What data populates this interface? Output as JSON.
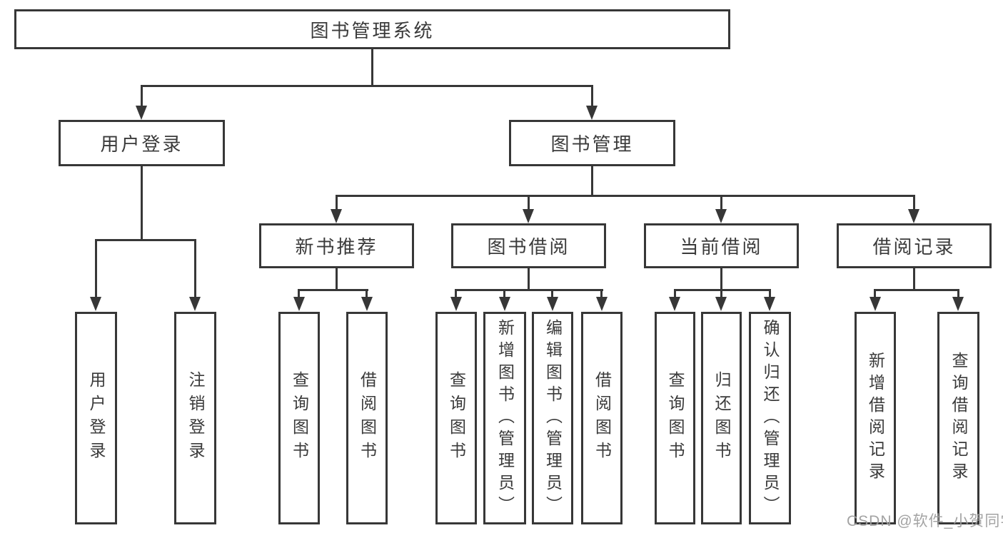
{
  "diagram": {
    "title": "图书管理系统",
    "root": {
      "label": "图书管理系统"
    },
    "level2": [
      {
        "label": "用户登录"
      },
      {
        "label": "图书管理"
      }
    ],
    "level3": [
      {
        "label": "新书推荐",
        "parent": "图书管理"
      },
      {
        "label": "图书借阅",
        "parent": "图书管理"
      },
      {
        "label": "当前借阅",
        "parent": "图书管理"
      },
      {
        "label": "借阅记录",
        "parent": "图书管理"
      }
    ],
    "leaves": [
      {
        "label": "用户登录",
        "parent": "用户登录"
      },
      {
        "label": "注销登录",
        "parent": "用户登录"
      },
      {
        "label": "查询图书",
        "parent": "新书推荐"
      },
      {
        "label": "借阅图书",
        "parent": "新书推荐"
      },
      {
        "label": "查询图书",
        "parent": "图书借阅"
      },
      {
        "label": "新增图书（管理员）",
        "parent": "图书借阅"
      },
      {
        "label": "编辑图书（管理员）",
        "parent": "图书借阅"
      },
      {
        "label": "借阅图书",
        "parent": "图书借阅"
      },
      {
        "label": "查询图书",
        "parent": "当前借阅"
      },
      {
        "label": "归还图书",
        "parent": "当前借阅"
      },
      {
        "label": "确认归还（管理员）",
        "parent": "当前借阅"
      },
      {
        "label": "新增借阅记录",
        "parent": "借阅记录"
      },
      {
        "label": "查询借阅记录",
        "parent": "借阅记录"
      }
    ],
    "watermark": "CSDN @软件_小贺同学",
    "colors": {
      "line": "#373737",
      "text": "#3a3a3a",
      "background": "#ffffff",
      "watermark": "#9e9e9e"
    }
  }
}
